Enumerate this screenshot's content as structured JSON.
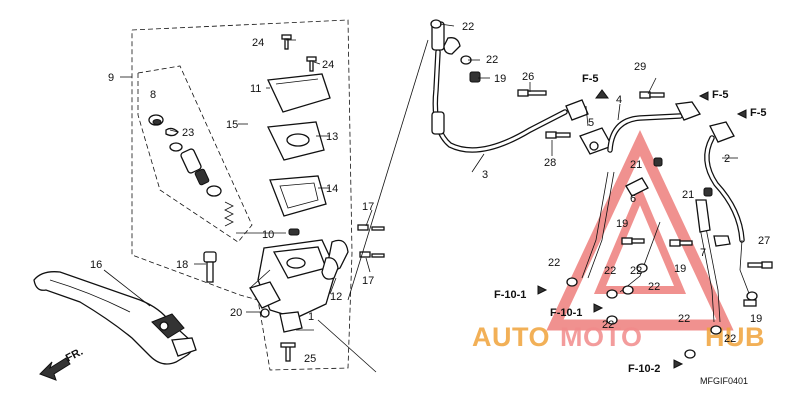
{
  "diagram": {
    "code": "MFGIF0401",
    "direction_label": "FR.",
    "watermark": {
      "word_a": "AUTO",
      "word_b": "MOTO",
      "word_c": "HUB",
      "color_a": "#f0a33a",
      "color_b": "#f28b8b",
      "color_c": "#f0a33a",
      "triangle_color": "#e53935"
    },
    "refs": {
      "f5_a": "F-5",
      "f5_b": "F-5",
      "f5_c": "F-5",
      "f101_a": "F-10-1",
      "f101_b": "F-10-1",
      "f102": "F-10-2"
    },
    "callouts": {
      "n1": "1",
      "n2": "2",
      "n3": "3",
      "n4": "4",
      "n5": "5",
      "n6": "6",
      "n7": "7",
      "n8": "8",
      "n9": "9",
      "n10": "10",
      "n11": "11",
      "n12": "12",
      "n13": "13",
      "n14": "14",
      "n15": "15",
      "n16": "16",
      "n17a": "17",
      "n17b": "17",
      "n18": "18",
      "n19a": "19",
      "n19b": "19",
      "n19c": "19",
      "n19d": "19",
      "n20": "20",
      "n21a": "21",
      "n21b": "21",
      "n22a": "22",
      "n22b": "22",
      "n22c": "22",
      "n22d": "22",
      "n22e": "22",
      "n22f": "22",
      "n22g": "22",
      "n22h": "22",
      "n22i": "22",
      "n23": "23",
      "n24a": "24",
      "n24b": "24",
      "n25": "25",
      "n26": "26",
      "n27": "27",
      "n28": "28",
      "n29": "29"
    }
  }
}
